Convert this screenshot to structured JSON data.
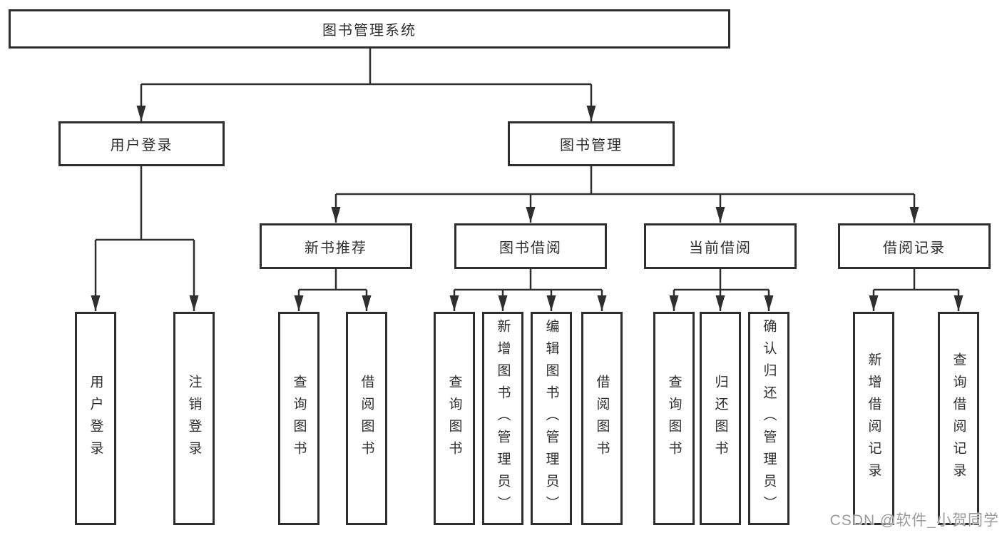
{
  "tree": {
    "root": {
      "label": "图书管理系统"
    },
    "branches": [
      {
        "label": "用户登录",
        "children": [
          {
            "label": "用户登录"
          },
          {
            "label": "注销登录"
          }
        ]
      },
      {
        "label": "图书管理",
        "children": [
          {
            "label": "新书推荐",
            "children": [
              {
                "label": "查询图书"
              },
              {
                "label": "借阅图书"
              }
            ]
          },
          {
            "label": "图书借阅",
            "children": [
              {
                "label": "查询图书"
              },
              {
                "label": "新增图书（管理员）"
              },
              {
                "label": "编辑图书（管理员）"
              },
              {
                "label": "借阅图书"
              }
            ]
          },
          {
            "label": "当前借阅",
            "children": [
              {
                "label": "查询图书"
              },
              {
                "label": "归还图书"
              },
              {
                "label": "确认归还（管理员）"
              }
            ]
          },
          {
            "label": "借阅记录",
            "children": [
              {
                "label": "新增借阅记录"
              },
              {
                "label": "查询借阅记录"
              }
            ]
          }
        ]
      }
    ]
  },
  "watermark": "CSDN @软件_小贺同学",
  "colors": {
    "line": "#2e2e2e",
    "text": "#2e2e2e",
    "watermark": "#9b9b9b",
    "background": "#ffffff"
  }
}
